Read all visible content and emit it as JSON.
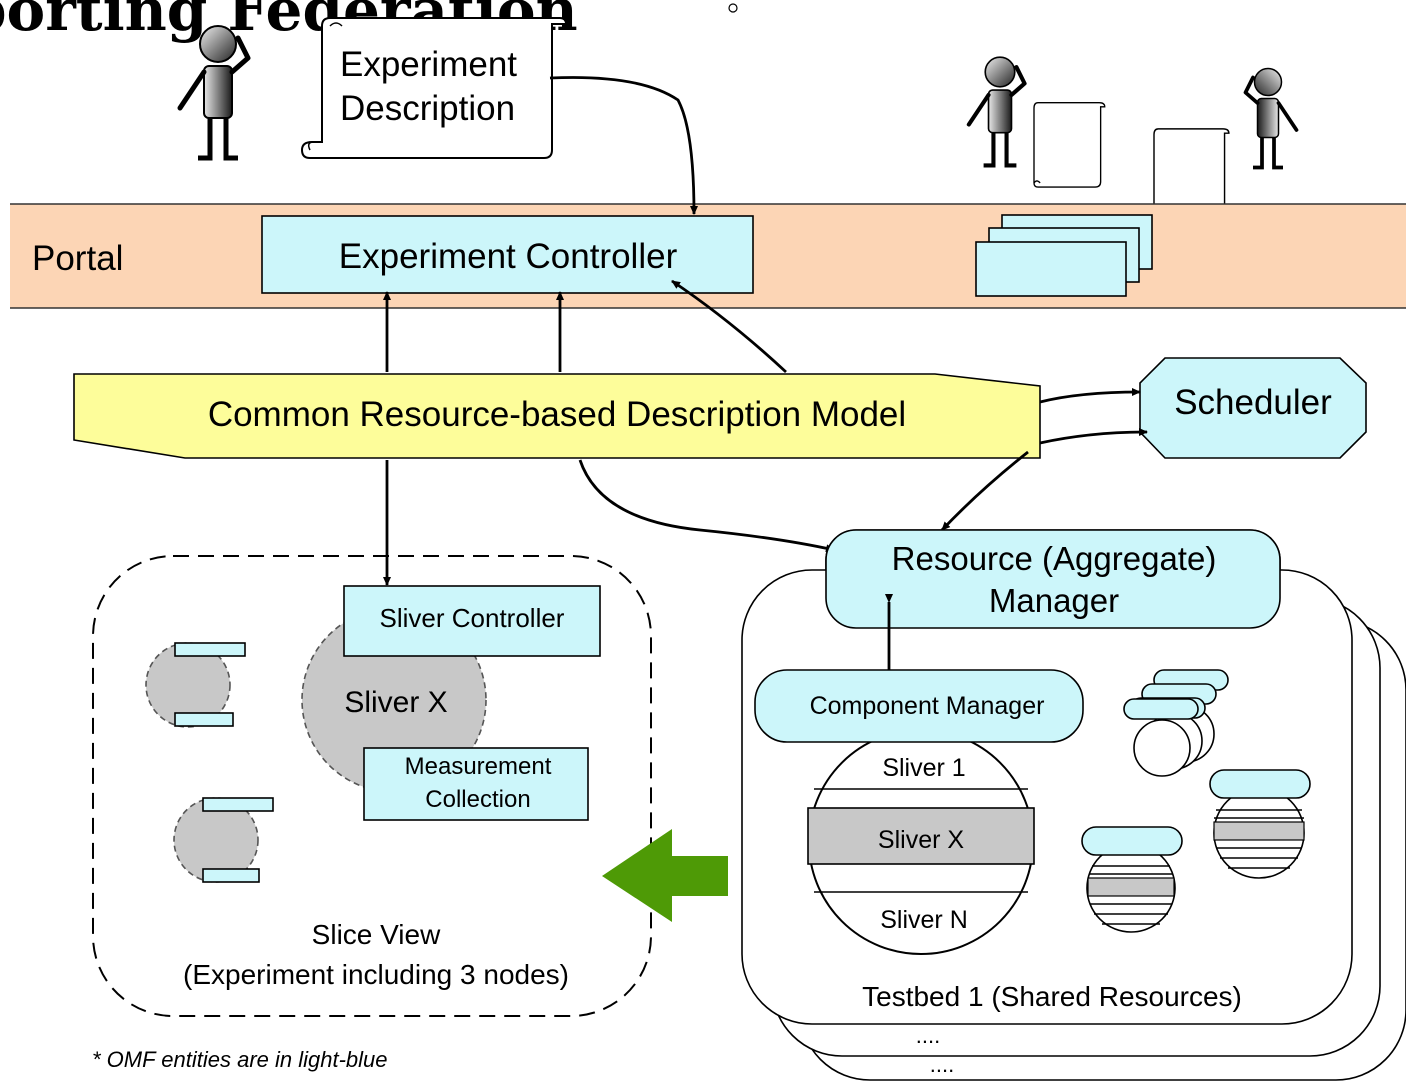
{
  "title": "porting Federation",
  "experiment_description": {
    "line1": "Experiment",
    "line2": "Description"
  },
  "portal": {
    "label": "Portal",
    "experiment_controller": "Experiment Controller"
  },
  "model_banner": "Common Resource-based Description Model",
  "scheduler": "Scheduler",
  "resource_manager": {
    "line1": "Resource (Aggregate)",
    "line2": "Manager"
  },
  "slice_view": {
    "sliver_controller": "Sliver Controller",
    "sliver_x": "Sliver X",
    "measurement": {
      "line1": "Measurement",
      "line2": "Collection"
    },
    "caption_line1": "Slice View",
    "caption_line2": "(Experiment including 3 nodes)"
  },
  "testbed": {
    "component_manager": "Component Manager",
    "slivers": [
      "Sliver 1",
      "Sliver X",
      "Sliver N"
    ],
    "caption": "Testbed 1 (Shared Resources)",
    "ellipsis": "....",
    "ellipsis_2": "...."
  },
  "footnote": "* OMF entities are in light-blue",
  "colors": {
    "portal_band": "#fcd5b5",
    "omf_entity": "#ccf6fa",
    "banner": "#fdfd9a",
    "arrow_green": "#4e9a06",
    "node_gray": "#c8c8c8"
  }
}
